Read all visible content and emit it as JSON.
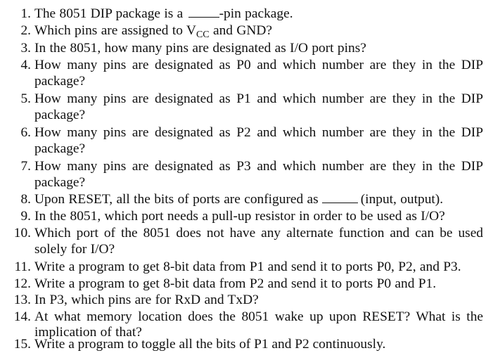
{
  "questions": [
    {
      "num": "1.",
      "parts": [
        "The 8051 DIP package is a ",
        "-pin package."
      ]
    },
    {
      "num": "2.",
      "parts": [
        "Which pins are assigned to V",
        "CC",
        " and GND?"
      ]
    },
    {
      "num": "3.",
      "text": "In the 8051, how many pins are designated as I/O port pins?"
    },
    {
      "num": "4.",
      "line1": "How many pins are designated as P0 and which number are they in the DIP",
      "line2": "package?"
    },
    {
      "num": "5.",
      "line1": "How many pins are designated as P1 and which number are they in the DIP",
      "line2": "package?"
    },
    {
      "num": "6.",
      "line1": "How many pins are designated as P2 and which number are they in the DIP",
      "line2": "package?"
    },
    {
      "num": "7.",
      "line1": "How many pins are designated as P3 and which number are they in the DIP",
      "line2": "package?"
    },
    {
      "num": "8.",
      "parts": [
        "Upon RESET, all the bits of ports are configured as",
        "(input, output)."
      ]
    },
    {
      "num": "9.",
      "text": "In the 8051, which port needs a pull-up resistor in order to be used as I/O?"
    },
    {
      "num": "10.",
      "line1": "Which port of the 8051 does not have any alternate function and can be used",
      "line2": "solely for I/O?"
    },
    {
      "num": "11.",
      "text": "Write a program to get 8-bit data from P1 and send it to ports P0, P2, and P3."
    },
    {
      "num": "12.",
      "text": "Write a program to get 8-bit data from P2 and send it to ports P0 and P1."
    },
    {
      "num": "13.",
      "text": "In P3, which pins are for RxD and TxD?"
    },
    {
      "num": "14.",
      "line1": "At what memory location does the 8051 wake up upon RESET? What is the",
      "line2": "implication of that?"
    },
    {
      "num": "15.",
      "text": "Write a program to toggle all the bits of P1 and P2 continuously."
    }
  ]
}
